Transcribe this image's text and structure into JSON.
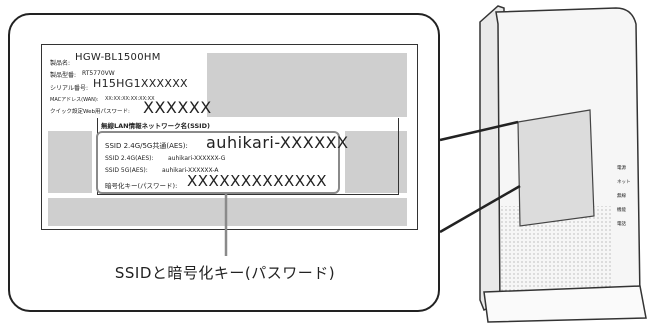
{
  "label": {
    "product_name_label": "製品名:",
    "product_name_value": "HGW-BL1500HM",
    "model_label": "製品型番:",
    "model_value": "RT5770VW",
    "serial_label": "シリアル番号:",
    "serial_value": "H15HG1XXXXXX",
    "mac_label": "MACアドレス(WAN):",
    "mac_value": "XX:XX:XX:XX:XX:XX",
    "quick_label": "クイック設定Web用パスワード:",
    "quick_value": "XXXXXX",
    "network_header": "無線LAN情報ネットワーク名(SSID)",
    "ssid_shared_label": "SSID 2.4G/5G共通(AES):",
    "ssid_shared_value": "auhikari-XXXXXX",
    "ssid_24_label": "SSID 2.4G(AES):",
    "ssid_24_value": "auhikari-XXXXXX-G",
    "ssid_5_label": "SSID 5G(AES):",
    "ssid_5_value": "auhikari-XXXXXX-A",
    "key_label": "暗号化キー(パスワード):",
    "key_value": "XXXXXXXXXXXXX"
  },
  "caption": "SSIDと暗号化キー(パスワード)",
  "device": {
    "indicators": [
      "電源",
      "ネット",
      "無線",
      "機能",
      "電話"
    ]
  },
  "colors": {
    "outline": "#222222",
    "highlight_border": "#8a8a8a",
    "gray_block": "#cfcfcf",
    "device_body": "#f4f4f4"
  }
}
